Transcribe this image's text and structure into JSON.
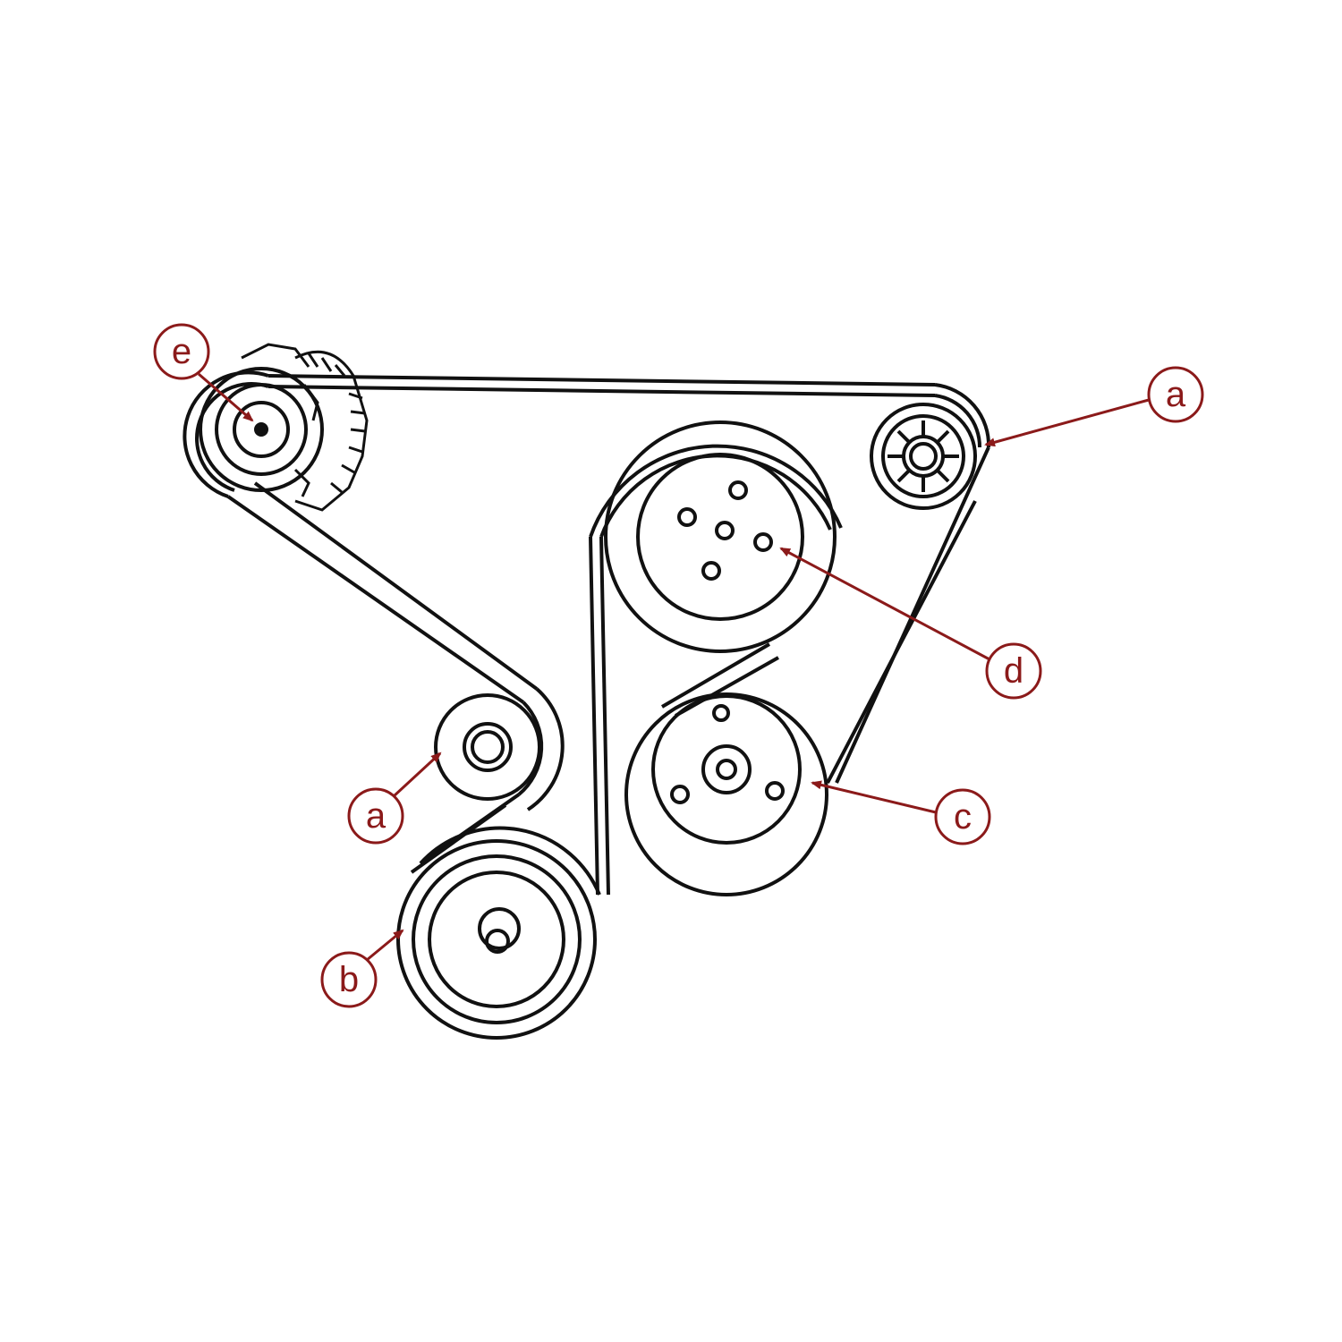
{
  "colors": {
    "line": "#111111",
    "accent": "#8b1a1a",
    "background": "#ffffff"
  },
  "callouts": [
    {
      "id": "e",
      "text": "e"
    },
    {
      "id": "a1",
      "text": "a"
    },
    {
      "id": "d",
      "text": "d"
    },
    {
      "id": "a2",
      "text": "a"
    },
    {
      "id": "c",
      "text": "c"
    },
    {
      "id": "b",
      "text": "b"
    }
  ]
}
